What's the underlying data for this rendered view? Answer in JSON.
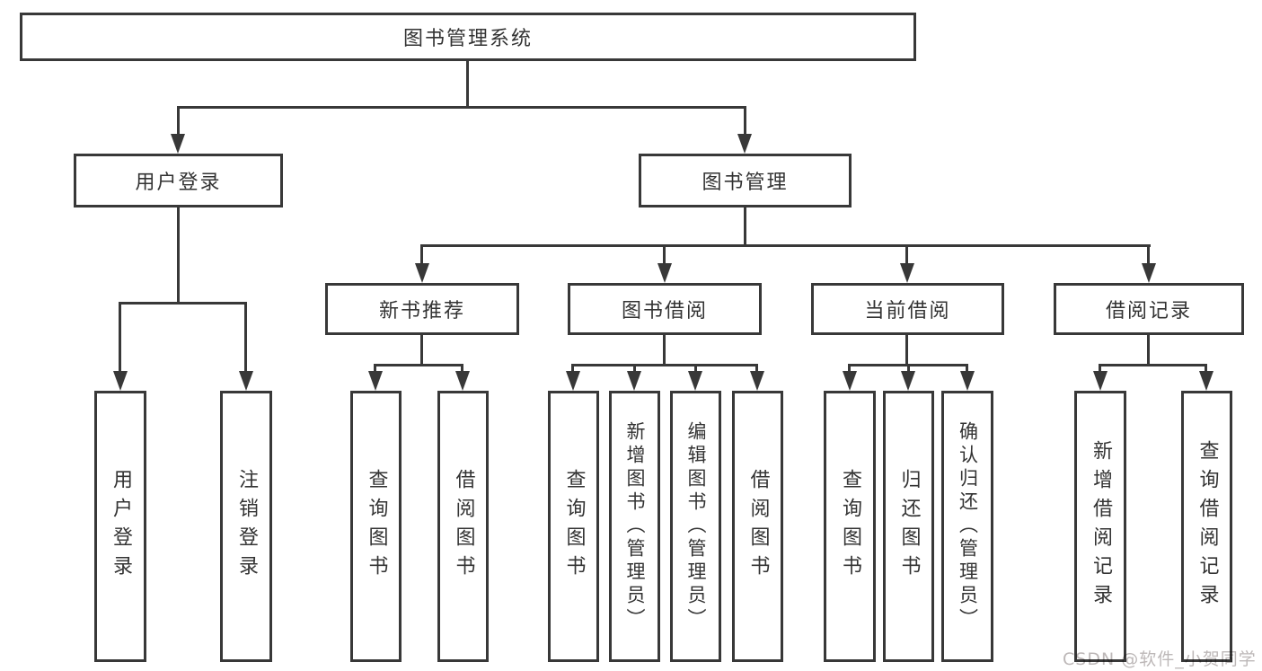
{
  "diagram": {
    "type": "tree",
    "tree": {
      "label": "图书管理系统",
      "children": [
        {
          "label": "用户登录",
          "children": [
            {
              "label": "用户登录"
            },
            {
              "label": "注销登录"
            }
          ]
        },
        {
          "label": "图书管理",
          "children": [
            {
              "label": "新书推荐",
              "children": [
                {
                  "label": "查询图书"
                },
                {
                  "label": "借阅图书"
                }
              ]
            },
            {
              "label": "图书借阅",
              "children": [
                {
                  "label": "查询图书"
                },
                {
                  "label": "新增图书（管理员）"
                },
                {
                  "label": "编辑图书（管理员）"
                },
                {
                  "label": "借阅图书"
                }
              ]
            },
            {
              "label": "当前借阅",
              "children": [
                {
                  "label": "查询图书"
                },
                {
                  "label": "归还图书"
                },
                {
                  "label": "确认归还（管理员）"
                }
              ]
            },
            {
              "label": "借阅记录",
              "children": [
                {
                  "label": "新增借阅记录"
                },
                {
                  "label": "查询借阅记录"
                }
              ]
            }
          ]
        }
      ]
    },
    "colors": {
      "line": "#383838",
      "box_border": "#383838",
      "box_fill": "#ffffff",
      "text": "#333333",
      "background": "#ffffff",
      "watermark": "#bdb8b8"
    }
  },
  "watermark": {
    "text": "CSDN @软件_小贺同学"
  }
}
